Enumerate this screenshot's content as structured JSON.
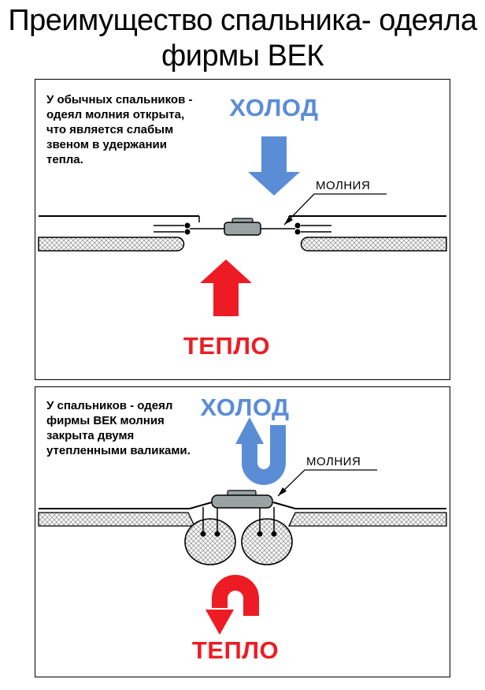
{
  "page": {
    "title_line1": "Преимущество спальника- одеяла",
    "title_line2": "фирмы ВЕК"
  },
  "panel1": {
    "description": "У обычных спальников - одеял молния открыта, что является слабым звеном в удержании тепла.",
    "cold_label": "ХОЛОД",
    "heat_label": "ТЕПЛО",
    "zipper_label": "МОЛНИЯ"
  },
  "panel2": {
    "description": "У спальников - одеял фирмы ВЕК молния закрыта двумя утепленными валиками.",
    "cold_label": "ХОЛОД",
    "heat_label": "ТЕПЛО",
    "zipper_label": "МОЛНИЯ"
  },
  "colors": {
    "cold": "#5b8dd6",
    "heat": "#ed1c24",
    "slider": "#9aa3a3"
  }
}
